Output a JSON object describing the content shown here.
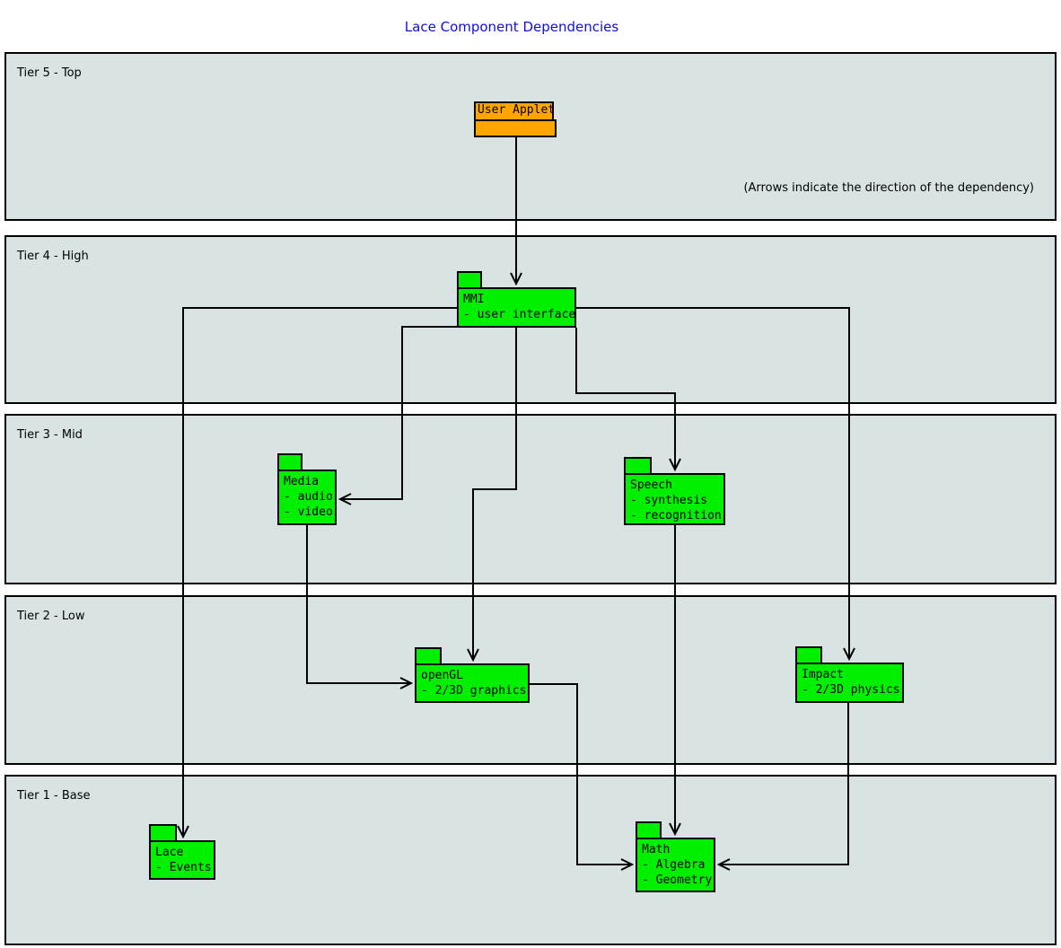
{
  "title": "Lace Component Dependencies",
  "annotation": "(Arrows indicate the direction of the dependency)",
  "tiers": [
    {
      "label": "Tier 5 - Top"
    },
    {
      "label": "Tier 4 - High"
    },
    {
      "label": "Tier 3 - Mid"
    },
    {
      "label": "Tier 2 - Low"
    },
    {
      "label": "Tier 1 - Base"
    }
  ],
  "components": [
    {
      "name": "User Applet",
      "tier": "Tier 5 - Top",
      "details": [],
      "color": "#ffa500"
    },
    {
      "name": "MMI",
      "tier": "Tier 4 - High",
      "details": [
        "- user interface"
      ],
      "color": "#00f000"
    },
    {
      "name": "Media",
      "tier": "Tier 3 - Mid",
      "details": [
        "- audio",
        "- video"
      ],
      "color": "#00f000"
    },
    {
      "name": "Speech",
      "tier": "Tier 3 - Mid",
      "details": [
        "- synthesis",
        "- recognition"
      ],
      "color": "#00f000"
    },
    {
      "name": "openGL",
      "tier": "Tier 2 - Low",
      "details": [
        "- 2/3D graphics"
      ],
      "color": "#00f000"
    },
    {
      "name": "Impact",
      "tier": "Tier 2 - Low",
      "details": [
        "- 2/3D physics"
      ],
      "color": "#00f000"
    },
    {
      "name": "Lace",
      "tier": "Tier 1 - Base",
      "details": [
        "- Events"
      ],
      "color": "#00f000"
    },
    {
      "name": "Math",
      "tier": "Tier 1 - Base",
      "details": [
        "- Algebra",
        "- Geometry"
      ],
      "color": "#00f000"
    }
  ],
  "dependencies": [
    {
      "from": "User Applet",
      "to": "MMI"
    },
    {
      "from": "MMI",
      "to": "Media"
    },
    {
      "from": "MMI",
      "to": "Speech"
    },
    {
      "from": "MMI",
      "to": "openGL"
    },
    {
      "from": "MMI",
      "to": "Impact"
    },
    {
      "from": "MMI",
      "to": "Lace"
    },
    {
      "from": "Media",
      "to": "openGL"
    },
    {
      "from": "Speech",
      "to": "Math"
    },
    {
      "from": "openGL",
      "to": "Math"
    },
    {
      "from": "Impact",
      "to": "Math"
    }
  ],
  "colors": {
    "title_text": "#0f0fe0",
    "component_green": "#00f000",
    "component_orange": "#ffa500",
    "tier_background": "#d9e3e3",
    "line": "#000000"
  }
}
